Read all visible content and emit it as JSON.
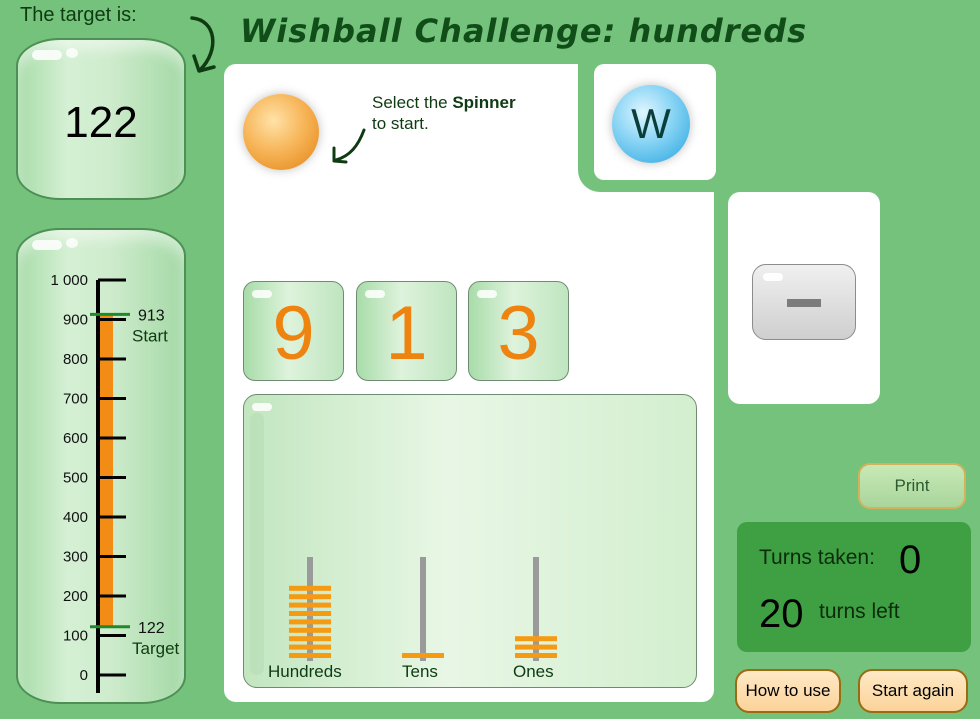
{
  "target_label": "The target is:",
  "title": "Wishball Challenge: hundreds",
  "target_value": "122",
  "instruction": {
    "line1_prefix": "Select the ",
    "line1_bold": "Spinner",
    "line2": "to start."
  },
  "wishball_letter": "W",
  "digits": [
    {
      "place": "hundreds",
      "value": "9"
    },
    {
      "place": "tens",
      "value": "1"
    },
    {
      "place": "ones",
      "value": "3"
    }
  ],
  "abacus": {
    "labels": [
      "Hundreds",
      "Tens",
      "Ones"
    ],
    "beads": {
      "hundreds": 9,
      "tens": 1,
      "ones": 3
    }
  },
  "ruler": {
    "min": 0,
    "max": 1000,
    "ticks": [
      "0",
      "100",
      "200",
      "300",
      "400",
      "500",
      "600",
      "700",
      "800",
      "900",
      "1 000"
    ],
    "start_value": 913,
    "start_value_text": "913",
    "start_label": "Start",
    "target_value": 122,
    "target_value_text": "122",
    "target_label": "Target",
    "fill_color": "#f28c14",
    "marker_color": "#1f8a2a"
  },
  "buttons": {
    "print": "Print",
    "how_to_use": "How to use",
    "start_again": "Start again"
  },
  "turns": {
    "taken_label": "Turns taken:",
    "taken_value": "0",
    "left_value": "20",
    "left_label": "turns left"
  },
  "colors": {
    "background": "#74c27b",
    "orange": "#ef8310",
    "dark_green": "#104d18",
    "turns_box": "#3ea042"
  }
}
